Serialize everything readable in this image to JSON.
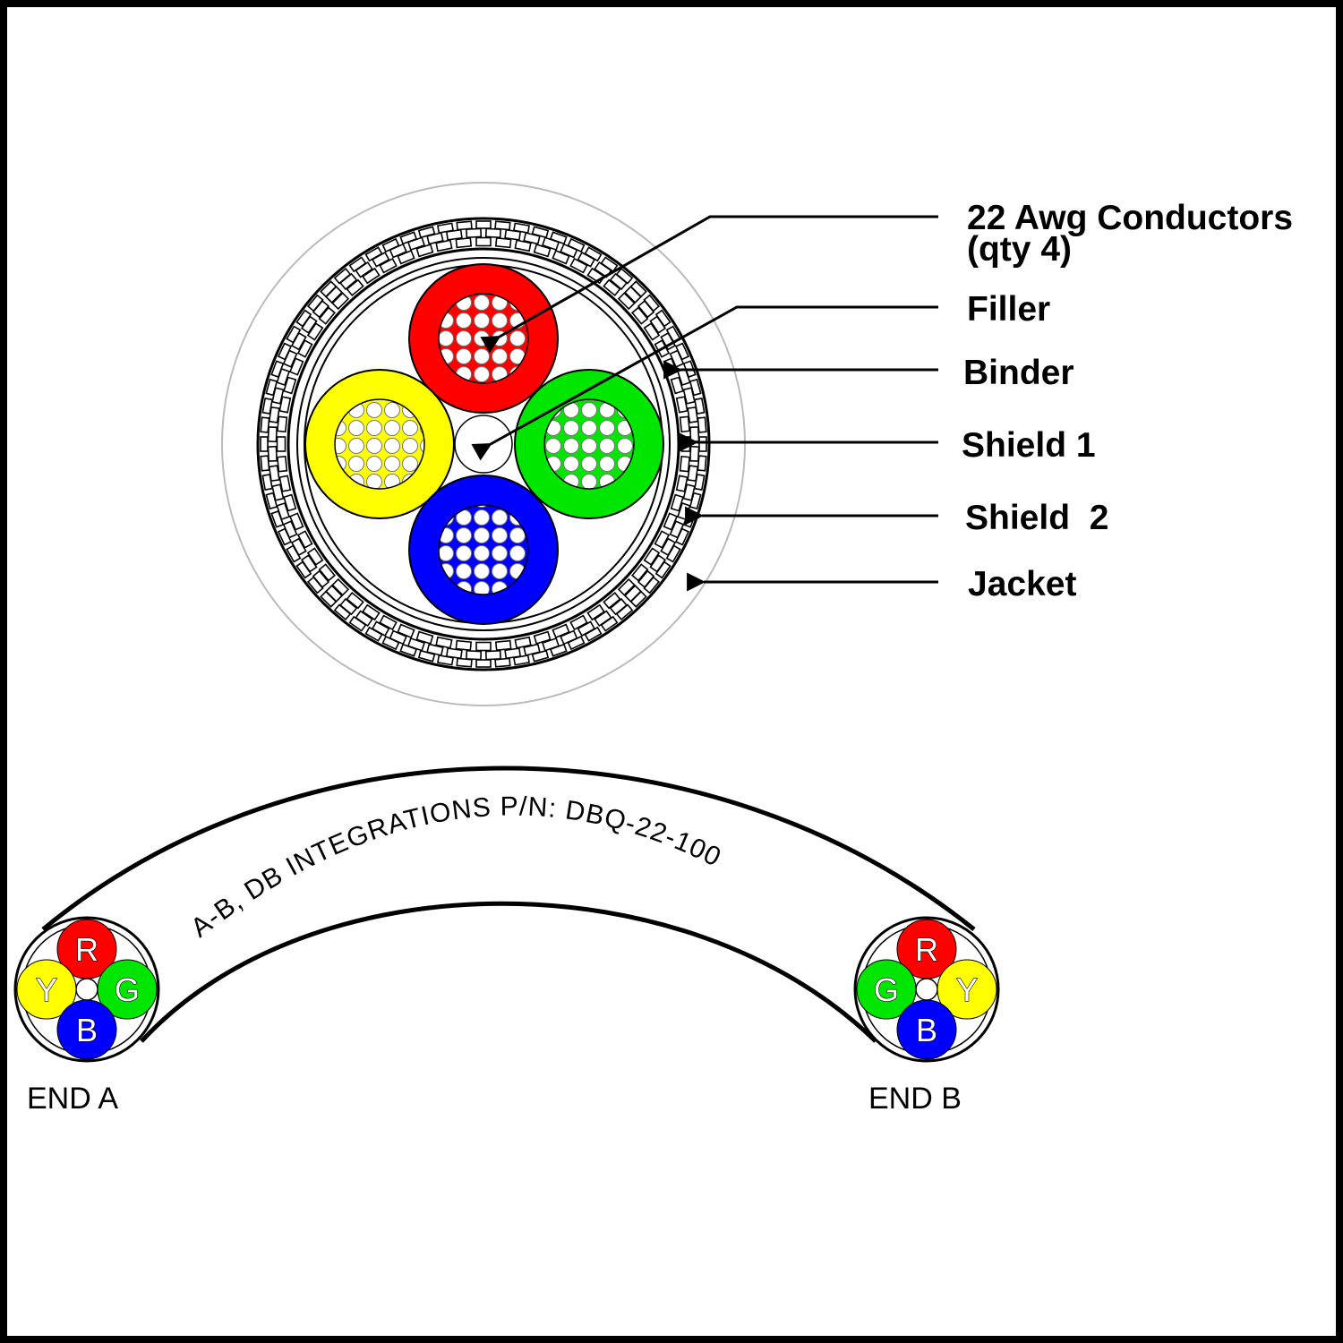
{
  "labels": {
    "conductors_line1": "22 Awg Conductors",
    "conductors_line2": "(qty 4)",
    "filler": "Filler",
    "binder": "Binder",
    "shield1": "Shield 1",
    "shield2": "Shield  2",
    "jacket": "Jacket"
  },
  "cable_print": "A-B, DB INTEGRATIONS P/N: DBQ-22-100",
  "end_a": {
    "label": "END A",
    "top": "R",
    "left": "Y",
    "right": "G",
    "bottom": "B"
  },
  "end_b": {
    "label": "END B",
    "top": "R",
    "left": "G",
    "right": "Y",
    "bottom": "B"
  },
  "colors": {
    "red": "#ff0000",
    "yellow": "#ffff00",
    "green": "#00e600",
    "blue": "#0000ff"
  }
}
